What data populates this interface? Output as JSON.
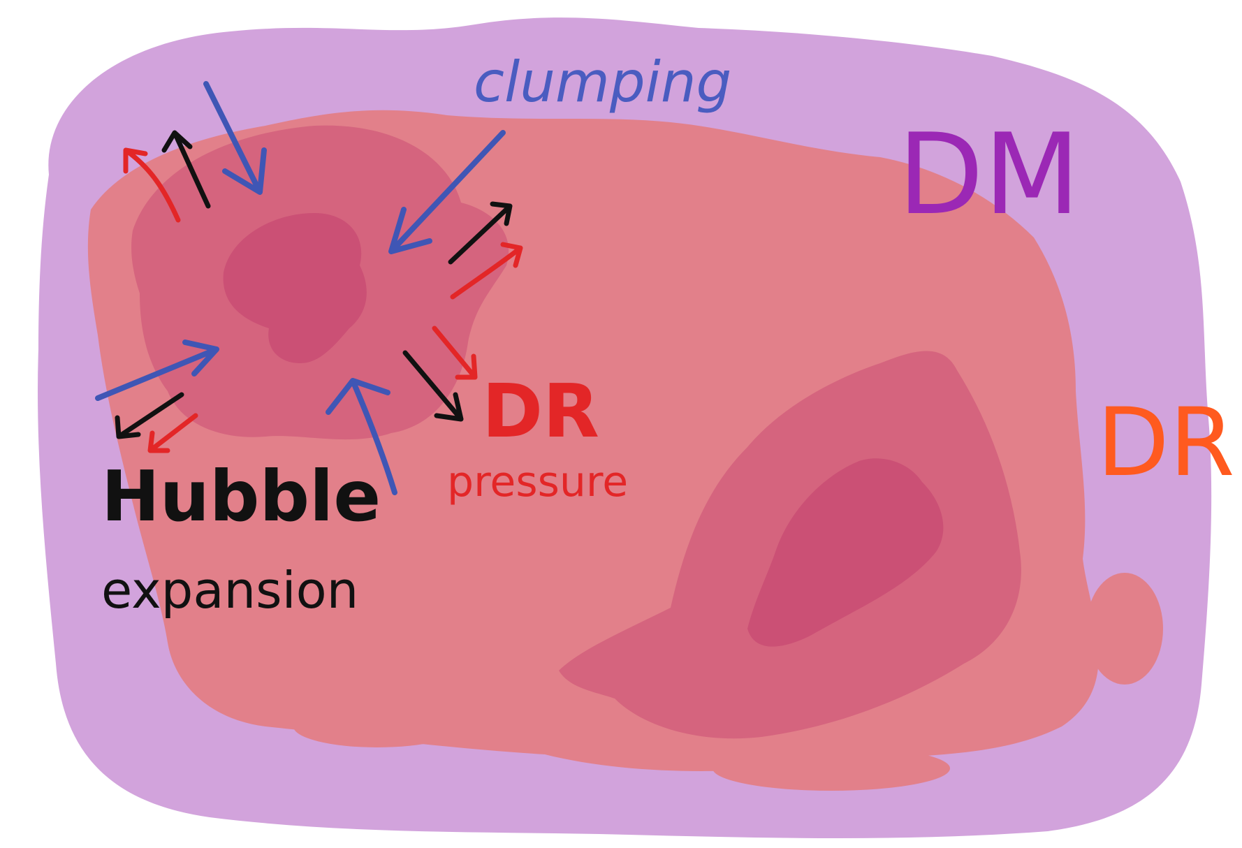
{
  "labels": {
    "clumping": "clumping",
    "dm": "DM",
    "dr_right": "DR",
    "dr_center": "DR",
    "pressure": "pressure",
    "hubble": "Hubble",
    "expansion": "expansion"
  },
  "colors": {
    "background": "#ffffff",
    "dm_halo": "#d2a3dc",
    "dr_fluid": "#e2808a",
    "clump_mid": "#d5647e",
    "clump_core": "#cb5075",
    "arrow_blue": "#3f56b5",
    "arrow_red": "#e32627",
    "arrow_black": "#111111",
    "label_purple": "#9b28b5",
    "label_orange": "#ff5a1f",
    "label_blue": "#4a5cc0"
  }
}
